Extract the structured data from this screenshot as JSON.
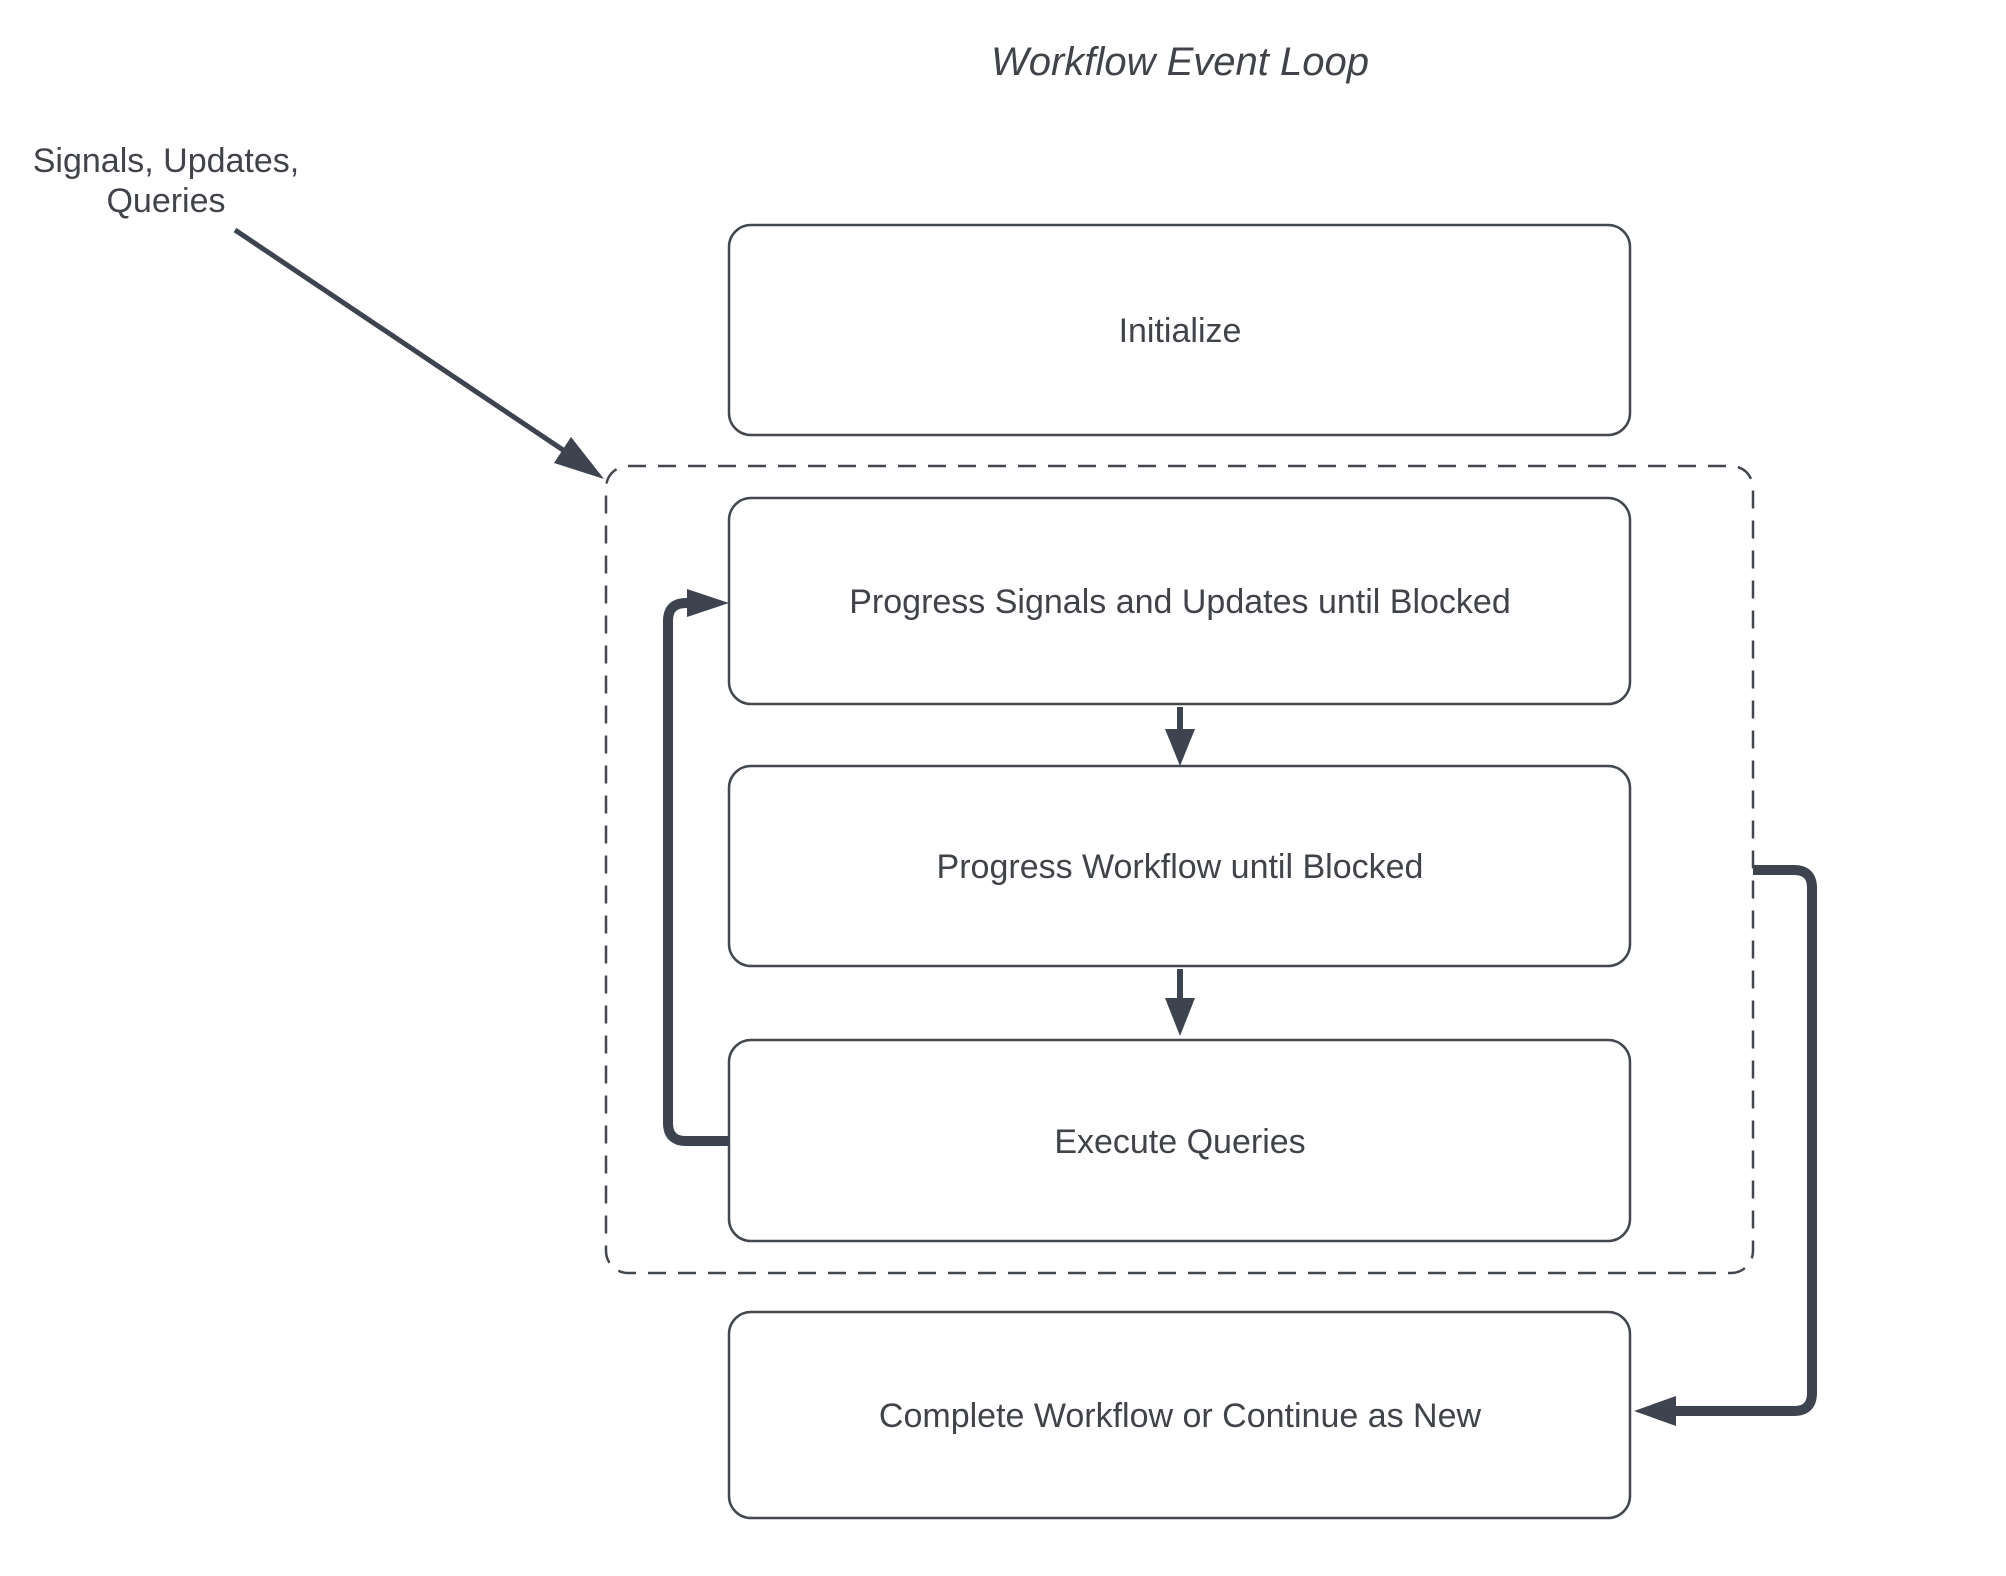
{
  "diagram": {
    "title": "Workflow Event Loop",
    "external_input_label": {
      "line1": "Signals, Updates,",
      "line2": "Queries"
    },
    "nodes": [
      {
        "id": "initialize",
        "label": "Initialize"
      },
      {
        "id": "progress-signals",
        "label": "Progress Signals and Updates until Blocked"
      },
      {
        "id": "progress-workflow",
        "label": "Progress Workflow until Blocked"
      },
      {
        "id": "execute-queries",
        "label": "Execute Queries"
      },
      {
        "id": "complete-workflow",
        "label": "Complete Workflow or Continue as New"
      }
    ],
    "edges": [
      {
        "from": "signals-updates-queries-label",
        "to": "event-loop-dashed-container"
      },
      {
        "from": "progress-signals",
        "to": "progress-workflow"
      },
      {
        "from": "progress-workflow",
        "to": "execute-queries"
      },
      {
        "from": "execute-queries",
        "to": "progress-signals"
      },
      {
        "from": "event-loop-dashed-container",
        "to": "complete-workflow"
      }
    ],
    "colors": {
      "background": "#ffffff",
      "box_border": "#43474e",
      "text": "#404449",
      "arrow": "#3d4450"
    }
  }
}
